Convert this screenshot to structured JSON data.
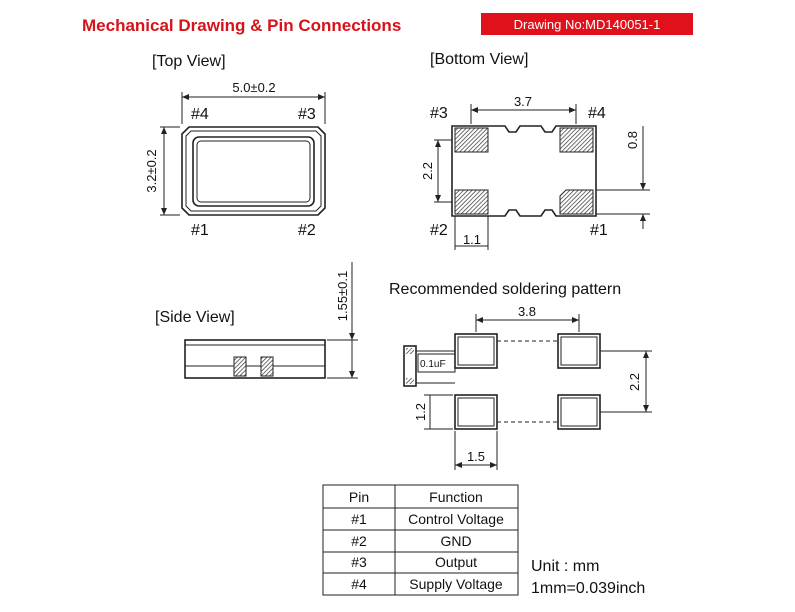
{
  "header": {
    "title": "Mechanical Drawing & Pin Connections",
    "drawing_no": "Drawing No:MD140051-1",
    "title_color": "#d6131b",
    "badge_color": "#e0111b"
  },
  "top_view": {
    "label": "[Top View]",
    "width_dim": "5.0±0.2",
    "height_dim": "3.2±0.2",
    "pins": {
      "tl": "#4",
      "tr": "#3",
      "bl": "#1",
      "br": "#2"
    }
  },
  "bottom_view": {
    "label": "[Bottom View]",
    "pad_spacing": "3.7",
    "pad_height": "0.8",
    "pitch": "2.2",
    "pad_width": "1.1",
    "pins": {
      "tl": "#3",
      "tr": "#4",
      "bl": "#2",
      "br": "#1"
    }
  },
  "side_view": {
    "label": "[Side View]",
    "height_dim": "1.55±0.1"
  },
  "solder_pattern": {
    "label": "Recommended soldering pattern",
    "pad_spacing": "3.8",
    "pitch": "2.2",
    "pad_height": "1.2",
    "pad_width": "1.5",
    "capacitor": "0.1uF"
  },
  "pin_table": {
    "headers": [
      "Pin",
      "Function"
    ],
    "rows": [
      [
        "#1",
        "Control Voltage"
      ],
      [
        "#2",
        "GND"
      ],
      [
        "#3",
        "Output"
      ],
      [
        "#4",
        "Supply Voltage"
      ]
    ]
  },
  "units": {
    "unit": "Unit : mm",
    "conversion": "1mm=0.039inch"
  }
}
